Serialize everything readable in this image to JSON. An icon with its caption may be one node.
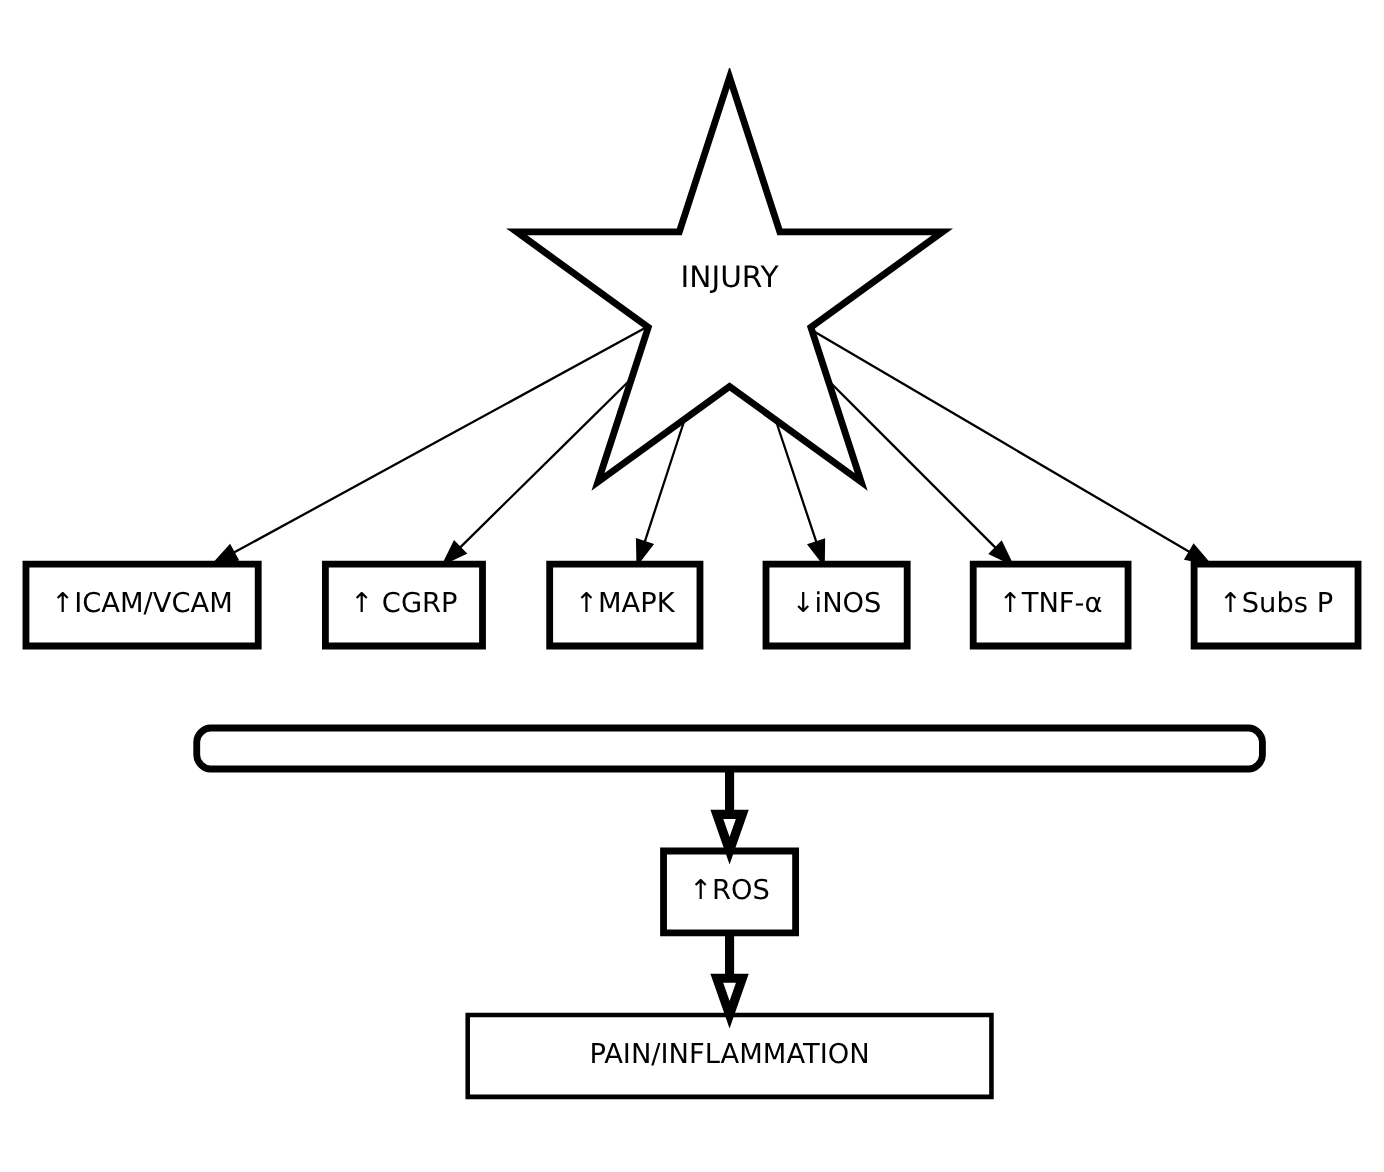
{
  "diagram": {
    "nodes": [
      {
        "text": [
          "INJURY"
        ]
      },
      {
        "text": [
          "↑ICAM/VCAM"
        ]
      },
      {
        "text": [
          "↑ CGRP"
        ]
      },
      {
        "text": [
          "↑MAPK"
        ]
      },
      {
        "text": [
          "↓iNOS"
        ]
      },
      {
        "text": [
          "↑TNF-α"
        ]
      },
      {
        "text": [
          "↑Subs P"
        ]
      },
      {
        "text": [],
        "shape": "bar"
      },
      {
        "text": [
          "↑ROS"
        ]
      },
      {
        "text": [
          "PAIN/INFLAMMATION"
        ]
      }
    ],
    "edges": [
      {
        "from": 0,
        "to": 1,
        "arrow": "to"
      },
      {
        "from": 0,
        "to": 2,
        "arrow": "to"
      },
      {
        "from": 0,
        "to": 3,
        "arrow": "to"
      },
      {
        "from": 0,
        "to": 4,
        "arrow": "to"
      },
      {
        "from": 0,
        "to": 5,
        "arrow": "to"
      },
      {
        "from": 0,
        "to": 6,
        "arrow": "to"
      },
      {
        "from": 7,
        "to": 8,
        "arrow": "to",
        "style": "thick"
      },
      {
        "from": 8,
        "to": 9,
        "arrow": "to",
        "style": "thick"
      }
    ]
  }
}
